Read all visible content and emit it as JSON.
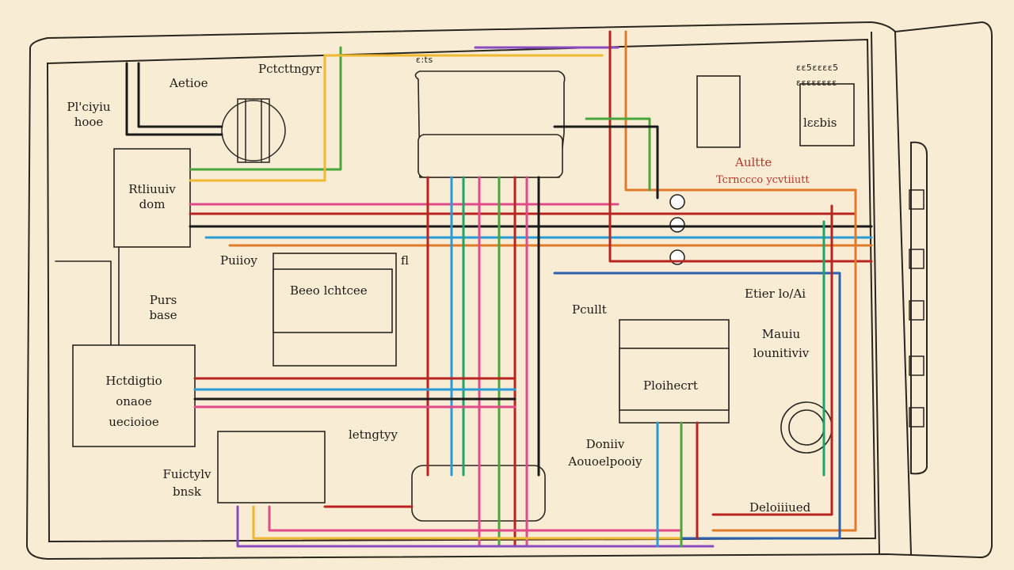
{
  "labels": {
    "top_left": "Pl'ciyiu\nhooe",
    "top_center_left": "Aetioe",
    "top_center": "Pctcttngyr",
    "top_center_small": "ɛ:ts",
    "top_right_small": "ɛɛ5ɛɛɛɛ5\nɛɛɛɛɛɛɛɛ",
    "right_box": "lɛɛbis",
    "left_box": "Rtliuuiv\ndom",
    "center_left_note": "Puiioy",
    "center_box": "Beeo lchtcee",
    "center_right_mark": "fl",
    "right_top_red_1": "Aultte",
    "right_top_red_2": "Tcrnccco ycvtiiutt",
    "right_mid": "Etier lo/Ai",
    "left_mid_label": "Purs\nbase",
    "left_lower_box": "Hctdigtio\nonaoe\nuecioioe",
    "right_center_label": "Pcullt",
    "right_center_box": "Ploihecrt",
    "right_lower_label": "Mauiu\nlounitiviv",
    "bottom_center_label": "letngtyy",
    "bottom_left_label": "Fuictylv\nbnsk",
    "bottom_right_label": "Doniiv\nAouoelpooiy",
    "bottom_far_right": "Deloiiiued"
  },
  "wire_colors": [
    "#b8241f",
    "#e07a2a",
    "#f0b830",
    "#4aa53a",
    "#1fa36a",
    "#2a9ad4",
    "#2b5fb0",
    "#8a4ac0",
    "#e04a8a",
    "#1a1a1a"
  ]
}
